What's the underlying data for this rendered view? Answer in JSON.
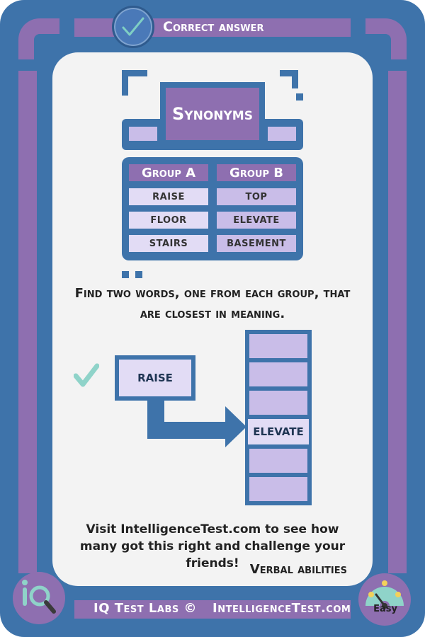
{
  "header": {
    "title": "Correct answer"
  },
  "synonyms": {
    "title": "Synonyms"
  },
  "groups": {
    "a": {
      "label": "Group A",
      "items": [
        "RAISE",
        "FLOOR",
        "STAIRS"
      ]
    },
    "b": {
      "label": "Group B",
      "items": [
        "TOP",
        "ELEVATE",
        "BASEMENT"
      ]
    }
  },
  "question": "Find two words, one from each group, that are closest in meaning.",
  "answer": {
    "from": "RAISE",
    "to": "ELEVATE"
  },
  "visit_text": "Visit IntelligenceTest.com to see how many got this right and challenge your friends!",
  "category": "Verbal abilities",
  "footer": {
    "brand": "IQ Test Labs ©",
    "site": "IntelligenceTest.com"
  },
  "difficulty": "Easy",
  "colors": {
    "frame_blue": "#3e73aa",
    "accent_purple": "#8e6fb0",
    "light_lavender": "#e2dcf5",
    "lavender": "#c9bde8",
    "check_teal": "#7fcfc4"
  }
}
